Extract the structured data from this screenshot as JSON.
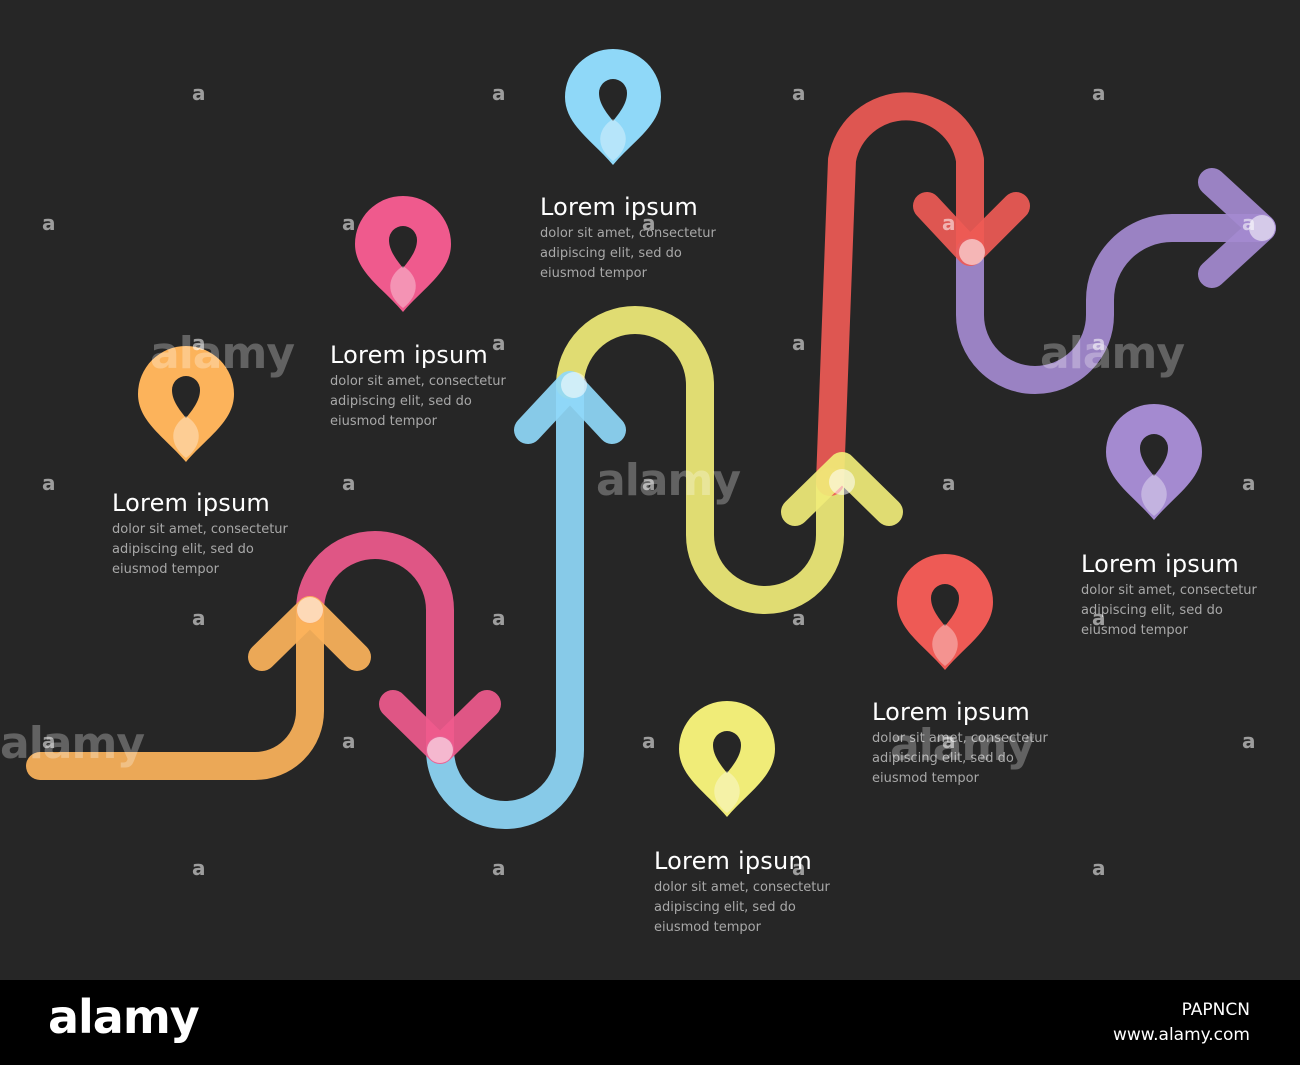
{
  "colors": {
    "background": "#262626",
    "orange": "#fcb35b",
    "pink": "#ef5a8d",
    "blue": "#8fd8f8",
    "yellow": "#f0ec78",
    "red": "#ee5a55",
    "purple": "#a48ad0",
    "text_title": "#ffffff",
    "text_body": "#a8a8a8"
  },
  "steps": [
    {
      "id": "orange",
      "pin_color": "orange",
      "title": "Lorem ipsum",
      "body": "dolor sit amet, consectetur\nadipiscing elit, sed do\neiusmod tempor"
    },
    {
      "id": "pink",
      "pin_color": "pink",
      "title": "Lorem ipsum",
      "body": "dolor sit amet, consectetur\nadipiscing elit, sed do\neiusmod tempor"
    },
    {
      "id": "blue",
      "pin_color": "blue",
      "title": "Lorem ipsum",
      "body": "dolor sit amet, consectetur\nadipiscing elit, sed do\neiusmod tempor"
    },
    {
      "id": "yellow",
      "pin_color": "yellow",
      "title": "Lorem ipsum",
      "body": "dolor sit amet, consectetur\nadipiscing elit, sed do\neiusmod tempor"
    },
    {
      "id": "red",
      "pin_color": "red",
      "title": "Lorem ipsum",
      "body": "dolor sit amet, consectetur\nadipiscing elit, sed do\neiusmod tempor"
    },
    {
      "id": "purple",
      "pin_color": "purple",
      "title": "Lorem ipsum",
      "body": "dolor sit amet, consectetur\nadipiscing elit, sed do\neiusmod tempor"
    }
  ],
  "icons": {
    "pin": "location-pin-icon",
    "arrow": "arrow-head-icon"
  },
  "watermark": {
    "glyph": "a",
    "word": "alamy"
  },
  "footer": {
    "logo": "alamy",
    "image_id": "PAPNCN",
    "url": "www.alamy.com"
  }
}
